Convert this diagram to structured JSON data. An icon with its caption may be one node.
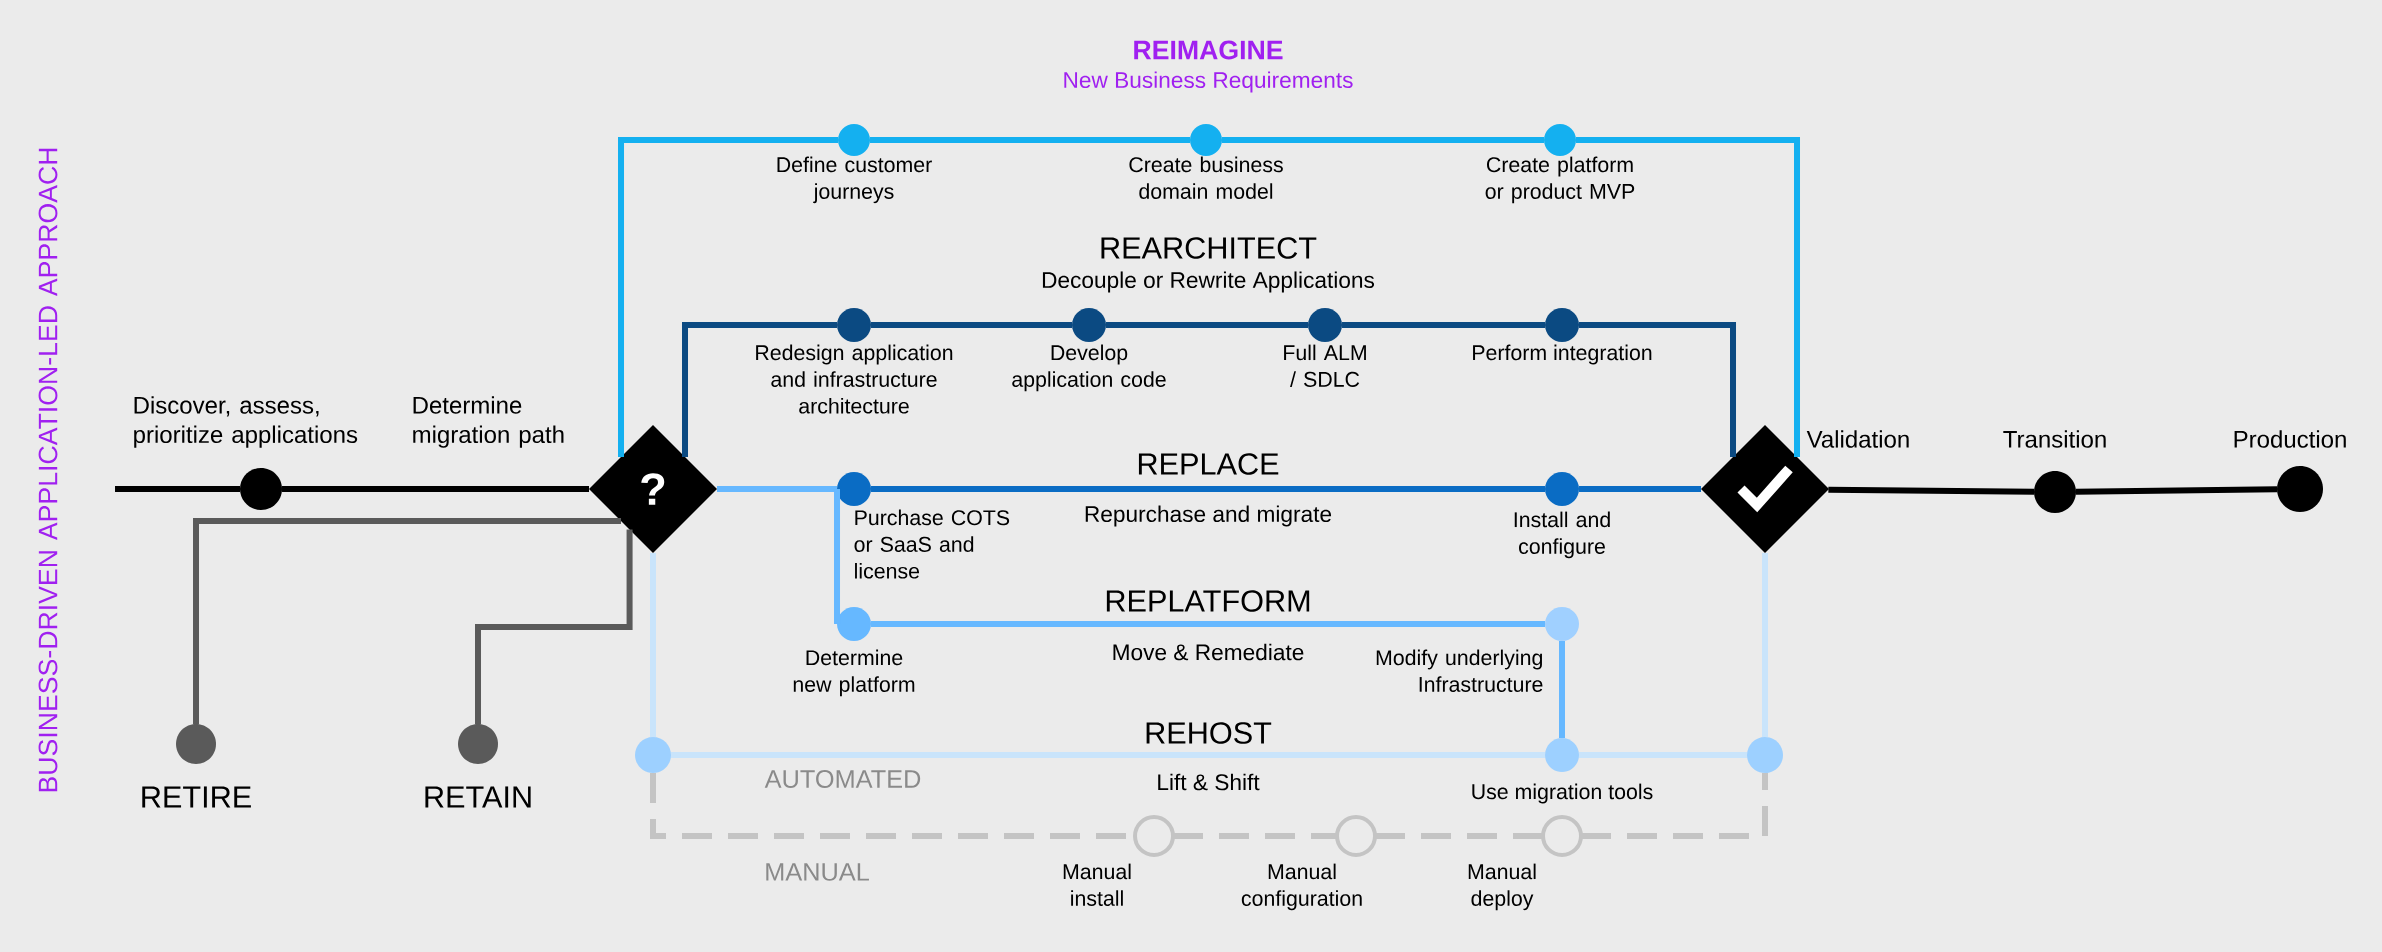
{
  "diagram": {
    "nodes": [
      {
        "text": [],
        "shape": "circle",
        "beside": [
          "Discover, assess, prioritize applications"
        ]
      },
      {
        "text": [
          "?"
        ],
        "beside": [
          "Determine migration path"
        ]
      },
      {
        "text": [],
        "shape": "circle",
        "beside": [
          "RETIRE"
        ]
      },
      {
        "text": [],
        "shape": "circle",
        "beside": [
          "RETAIN"
        ]
      },
      {
        "text": [],
        "shape": "circle",
        "beside": [
          "Define customer journeys"
        ]
      },
      {
        "text": [],
        "shape": "circle",
        "beside": [
          "Create business domain model"
        ]
      },
      {
        "text": [],
        "shape": "circle",
        "beside": [
          "Create platform or product MVP"
        ]
      },
      {
        "text": [],
        "shape": "circle",
        "beside": [
          "Redesign application and infrastructure architecture"
        ]
      },
      {
        "text": [],
        "shape": "circle",
        "beside": [
          "Develop application code"
        ]
      },
      {
        "text": [],
        "shape": "circle",
        "beside": [
          "Full ALM / SDLC"
        ]
      },
      {
        "text": [],
        "shape": "circle",
        "beside": [
          "Perform integration"
        ]
      },
      {
        "text": [],
        "shape": "circle",
        "beside": [
          "Purchase COTS or SaaS and license"
        ]
      },
      {
        "text": [],
        "shape": "circle",
        "beside": [
          "Install and configure"
        ]
      },
      {
        "text": [],
        "shape": "circle",
        "beside": [
          "Determine new platform"
        ]
      },
      {
        "text": [],
        "shape": "circle",
        "beside": [
          "Modify underlying Infrastructure"
        ]
      },
      {
        "text": [],
        "shape": "circle"
      },
      {
        "text": [],
        "shape": "circle",
        "beside": [
          "Use migration tools"
        ]
      },
      {
        "text": [],
        "shape": "circle"
      },
      {
        "text": [],
        "shape": "circle",
        "beside": [
          "Manual install"
        ]
      },
      {
        "text": [],
        "shape": "circle",
        "beside": [
          "Manual configuration"
        ]
      },
      {
        "text": [],
        "shape": "circle",
        "beside": [
          "Manual deploy"
        ]
      },
      {
        "text": [],
        "shape": "diamond",
        "beside": [
          "Validation"
        ]
      },
      {
        "text": [],
        "shape": "circle",
        "beside": [
          "Transition"
        ]
      },
      {
        "text": [],
        "shape": "circle",
        "beside": [
          "Production"
        ]
      }
    ],
    "edges": [
      {
        "from": null,
        "to": 0,
        "arrow": "none",
        "color": "#000000"
      },
      {
        "from": 0,
        "to": 1,
        "arrow": "none",
        "color": "#000000"
      },
      {
        "from": 1,
        "to": 2,
        "arrow": "none",
        "color": "#5a5a5a"
      },
      {
        "from": 1,
        "to": 3,
        "arrow": "none",
        "color": "#5a5a5a"
      },
      {
        "from": 1,
        "to": 4,
        "arrow": "none",
        "color": "#14b0f0"
      },
      {
        "from": 4,
        "to": 5,
        "arrow": "none",
        "color": "#14b0f0"
      },
      {
        "from": 5,
        "to": 6,
        "arrow": "none",
        "color": "#14b0f0"
      },
      {
        "from": 6,
        "to": 21,
        "arrow": "none",
        "color": "#14b0f0"
      },
      {
        "from": 1,
        "to": 7,
        "arrow": "none",
        "color": "#0b4a82"
      },
      {
        "from": 7,
        "to": 8,
        "arrow": "none",
        "color": "#0b4a82"
      },
      {
        "from": 8,
        "to": 9,
        "arrow": "none",
        "color": "#0b4a82"
      },
      {
        "from": 9,
        "to": 10,
        "arrow": "none",
        "color": "#0b4a82"
      },
      {
        "from": 10,
        "to": 21,
        "arrow": "none",
        "color": "#0b4a82"
      },
      {
        "from": 1,
        "to": 11,
        "arrow": "none",
        "color": "#66b8ff"
      },
      {
        "from": 11,
        "to": 12,
        "arrow": "none",
        "color": "#0a6cc4"
      },
      {
        "from": 12,
        "to": 21,
        "arrow": "none",
        "color": "#0a6cc4"
      },
      {
        "from": 11,
        "to": 13,
        "arrow": "none",
        "color": "#66b8ff"
      },
      {
        "from": 13,
        "to": 14,
        "arrow": "none",
        "color": "#66b8ff"
      },
      {
        "from": 14,
        "to": 16,
        "arrow": "none",
        "color": "#66b8ff"
      },
      {
        "from": 1,
        "to": 15,
        "arrow": "none",
        "color": "#c9e4fb"
      },
      {
        "from": 15,
        "to": 16,
        "arrow": "none",
        "color": "#c9e4fb"
      },
      {
        "from": 16,
        "to": 17,
        "arrow": "none",
        "color": "#c9e4fb"
      },
      {
        "from": 17,
        "to": 21,
        "arrow": "none",
        "color": "#c9e4fb"
      },
      {
        "from": 15,
        "to": 18,
        "arrow": "none",
        "style": "dashed",
        "color": "#c4c4c4"
      },
      {
        "from": 18,
        "to": 19,
        "arrow": "none",
        "style": "dashed",
        "color": "#c4c4c4"
      },
      {
        "from": 19,
        "to": 20,
        "arrow": "none",
        "style": "dashed",
        "color": "#c4c4c4"
      },
      {
        "from": 20,
        "to": 17,
        "arrow": "none",
        "style": "dashed",
        "color": "#c4c4c4"
      },
      {
        "from": 21,
        "to": 22,
        "arrow": "none",
        "color": "#000000"
      },
      {
        "from": 22,
        "to": 23,
        "arrow": "none",
        "color": "#000000"
      }
    ],
    "labels": [
      "BUSINESS-DRIVEN APPLICATION-LED APPROACH",
      "REIMAGINE",
      "New Business Requirements",
      "REARCHITECT",
      "Decouple or Rewrite Applications",
      "REPLACE",
      "Repurchase and migrate",
      "REPLATFORM",
      "Move & Remediate",
      "REHOST",
      "Lift & Shift",
      "AUTOMATED",
      "MANUAL"
    ]
  }
}
